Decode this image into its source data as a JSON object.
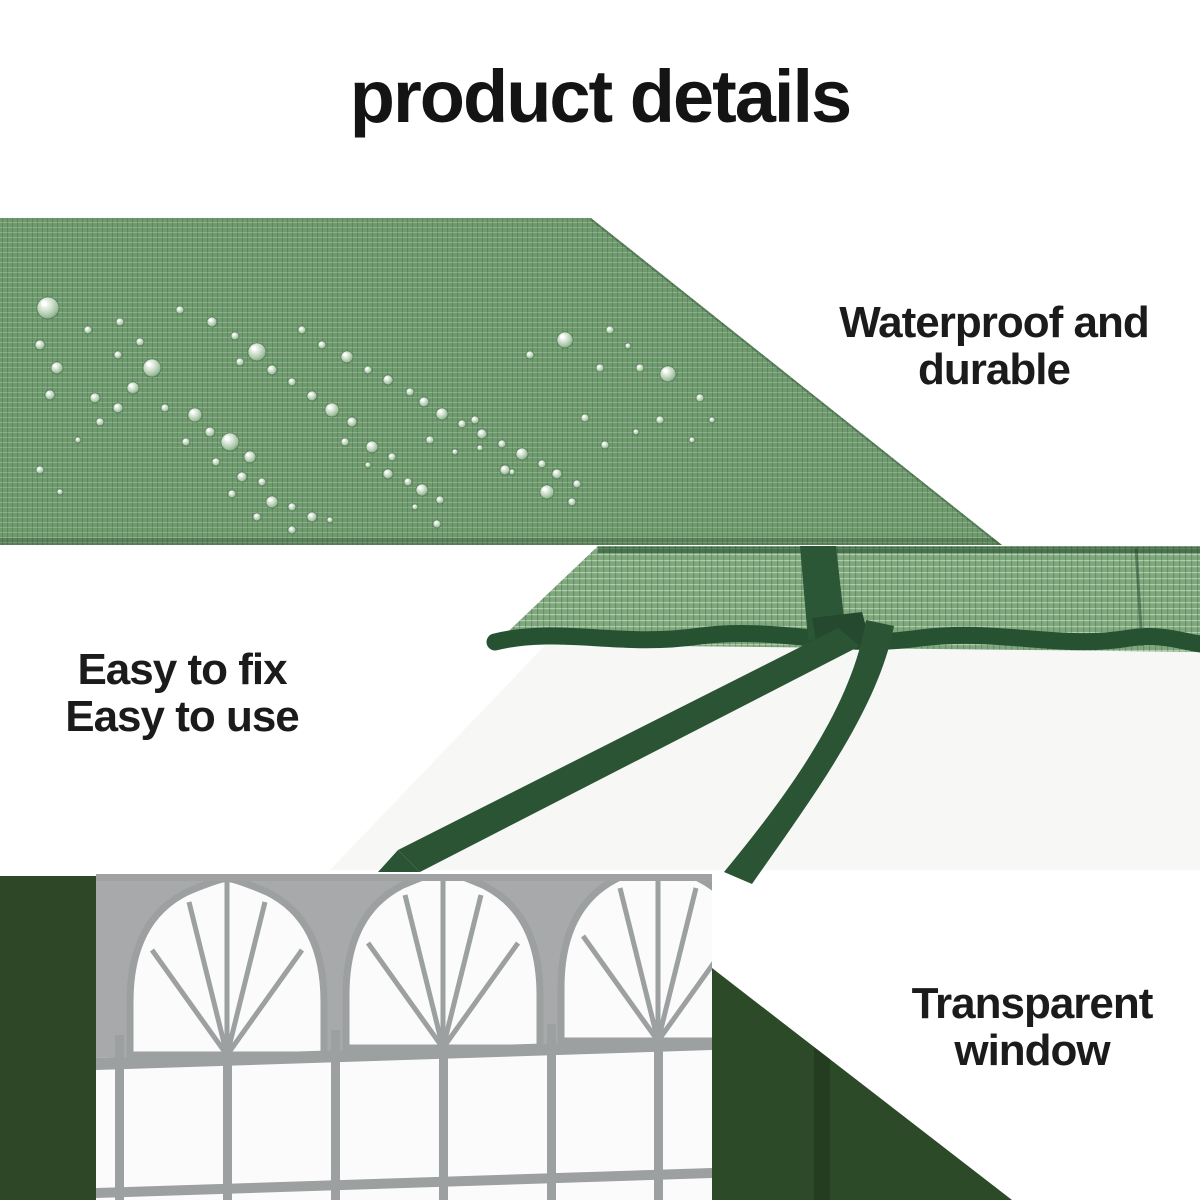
{
  "page": {
    "title": "product details",
    "background": "#ffffff"
  },
  "sections": {
    "waterproof": {
      "line1": "Waterproof and",
      "line2": "durable"
    },
    "easy": {
      "line1": "Easy to fix",
      "line2": "Easy to use"
    },
    "window": {
      "line1": "Transparent",
      "line2": "window"
    }
  },
  "colors": {
    "text": "#1b1b1b",
    "fabric_green": "#6f9a6e",
    "fabric_edge": "#4e7a52",
    "hem_green": "#7fa87d",
    "hem_top_shade": "#35663f",
    "ruffle_dark": "#275231",
    "ribbon_dark": "#2b5435",
    "strap_dark": "#2c5737",
    "knot_dark": "#24492e",
    "wall_green": "#2e4727",
    "corner_green": "#2d4a28",
    "photo_bg_offwhite": "#f2f4f0",
    "spandrel_gray": "#a8a9ab",
    "mullion_gray": "#9da0a0",
    "pane_white": "#fbfbfb"
  },
  "figures": {
    "droplets": [
      [
        48,
        308,
        11
      ],
      [
        40,
        345,
        5
      ],
      [
        57,
        368,
        6
      ],
      [
        50,
        395,
        5
      ],
      [
        88,
        330,
        4
      ],
      [
        95,
        398,
        5
      ],
      [
        120,
        322,
        4
      ],
      [
        118,
        355,
        4
      ],
      [
        140,
        342,
        4
      ],
      [
        152,
        368,
        9
      ],
      [
        133,
        388,
        6
      ],
      [
        118,
        408,
        5
      ],
      [
        165,
        408,
        4
      ],
      [
        100,
        422,
        4
      ],
      [
        78,
        440,
        3
      ],
      [
        40,
        470,
        4
      ],
      [
        60,
        492,
        3
      ],
      [
        180,
        310,
        4
      ],
      [
        212,
        322,
        5
      ],
      [
        235,
        336,
        4
      ],
      [
        257,
        352,
        9
      ],
      [
        272,
        370,
        5
      ],
      [
        240,
        362,
        4
      ],
      [
        292,
        382,
        4
      ],
      [
        312,
        396,
        5
      ],
      [
        332,
        410,
        7
      ],
      [
        352,
        422,
        5
      ],
      [
        345,
        442,
        4
      ],
      [
        372,
        447,
        6
      ],
      [
        392,
        457,
        4
      ],
      [
        368,
        465,
        3
      ],
      [
        388,
        474,
        5
      ],
      [
        408,
        482,
        4
      ],
      [
        422,
        490,
        6
      ],
      [
        440,
        500,
        4
      ],
      [
        415,
        507,
        3
      ],
      [
        195,
        415,
        7
      ],
      [
        210,
        432,
        5
      ],
      [
        186,
        442,
        4
      ],
      [
        230,
        442,
        9
      ],
      [
        250,
        457,
        6
      ],
      [
        216,
        462,
        4
      ],
      [
        242,
        477,
        5
      ],
      [
        262,
        482,
        4
      ],
      [
        232,
        494,
        4
      ],
      [
        272,
        502,
        6
      ],
      [
        292,
        507,
        4
      ],
      [
        312,
        517,
        5
      ],
      [
        257,
        517,
        4
      ],
      [
        292,
        530,
        4
      ],
      [
        330,
        520,
        3
      ],
      [
        302,
        330,
        4
      ],
      [
        322,
        345,
        4
      ],
      [
        347,
        357,
        6
      ],
      [
        368,
        370,
        4
      ],
      [
        388,
        380,
        5
      ],
      [
        410,
        392,
        4
      ],
      [
        424,
        402,
        5
      ],
      [
        442,
        414,
        6
      ],
      [
        462,
        424,
        4
      ],
      [
        482,
        434,
        5
      ],
      [
        502,
        444,
        4
      ],
      [
        522,
        454,
        6
      ],
      [
        542,
        464,
        4
      ],
      [
        512,
        472,
        3
      ],
      [
        557,
        474,
        5
      ],
      [
        577,
        484,
        4
      ],
      [
        547,
        492,
        7
      ],
      [
        572,
        502,
        4
      ],
      [
        565,
        340,
        8
      ],
      [
        530,
        355,
        4
      ],
      [
        610,
        330,
        4
      ],
      [
        628,
        346,
        3
      ],
      [
        600,
        368,
        4
      ],
      [
        640,
        368,
        4
      ],
      [
        668,
        374,
        8
      ],
      [
        700,
        398,
        4
      ],
      [
        712,
        420,
        3
      ],
      [
        692,
        440,
        3
      ],
      [
        660,
        420,
        4
      ],
      [
        636,
        432,
        3
      ],
      [
        585,
        418,
        4
      ],
      [
        605,
        445,
        4
      ],
      [
        505,
        470,
        5
      ],
      [
        480,
        448,
        3
      ],
      [
        455,
        452,
        3
      ],
      [
        430,
        440,
        4
      ],
      [
        437,
        524,
        4
      ],
      [
        475,
        420,
        4
      ]
    ]
  }
}
